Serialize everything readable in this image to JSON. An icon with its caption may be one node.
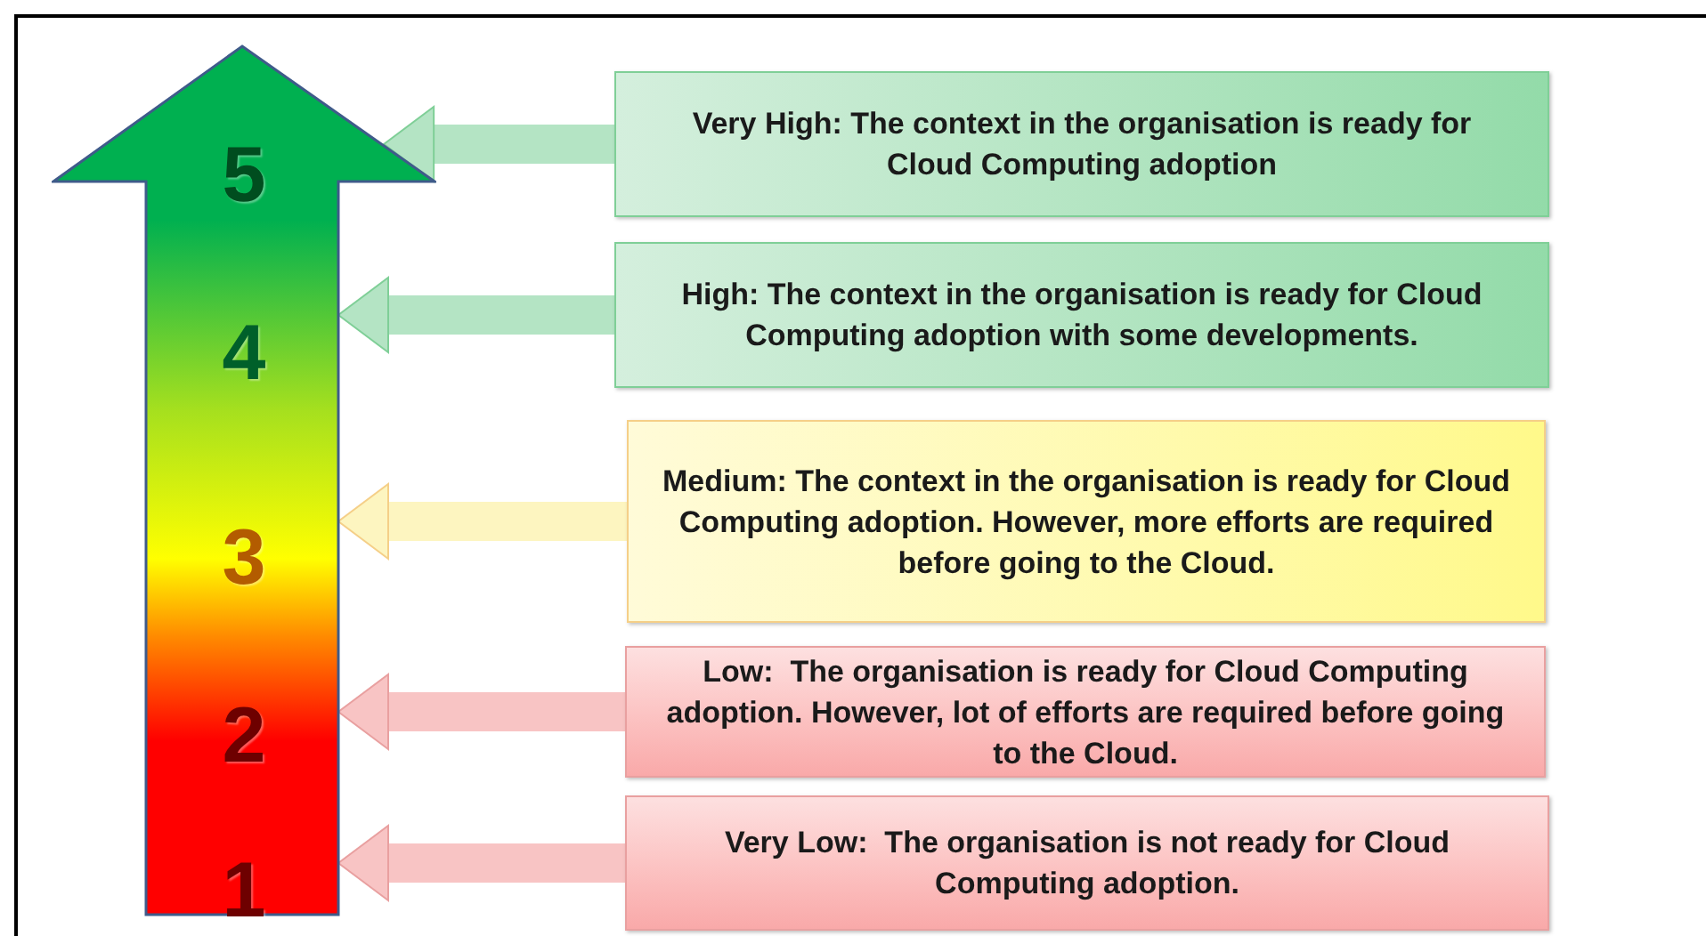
{
  "diagram": {
    "nodes": [
      {
        "text": [
          "5",
          "4",
          "3",
          "2",
          "1"
        ]
      },
      {
        "text": [
          "Very High: The context in the organisation is ready for Cloud Computing adoption"
        ]
      },
      {
        "text": [
          "High: The context in the organisation is ready for Cloud Computing adoption with some developments."
        ]
      },
      {
        "text": [
          "Medium: The context in the organisation is ready for Cloud Computing adoption. However, more efforts are required before going to the Cloud."
        ]
      },
      {
        "text": [
          "Low:  The organisation is ready for Cloud Computing adoption. However, lot of efforts are required before going to the Cloud."
        ]
      },
      {
        "text": [
          "Very Low:  The organisation is not ready for Cloud Computing adoption."
        ]
      }
    ],
    "edges": [
      {
        "from": 1,
        "to": 0,
        "arrow": "to",
        "color": "#b4e4c4"
      },
      {
        "from": 2,
        "to": 0,
        "arrow": "to",
        "color": "#b4e4c4"
      },
      {
        "from": 3,
        "to": 0,
        "arrow": "to",
        "color": "#fdf5c0"
      },
      {
        "from": 4,
        "to": 0,
        "arrow": "to",
        "color": "#f8c4c4"
      },
      {
        "from": 5,
        "to": 0,
        "arrow": "to",
        "color": "#f8c4c4"
      }
    ]
  }
}
